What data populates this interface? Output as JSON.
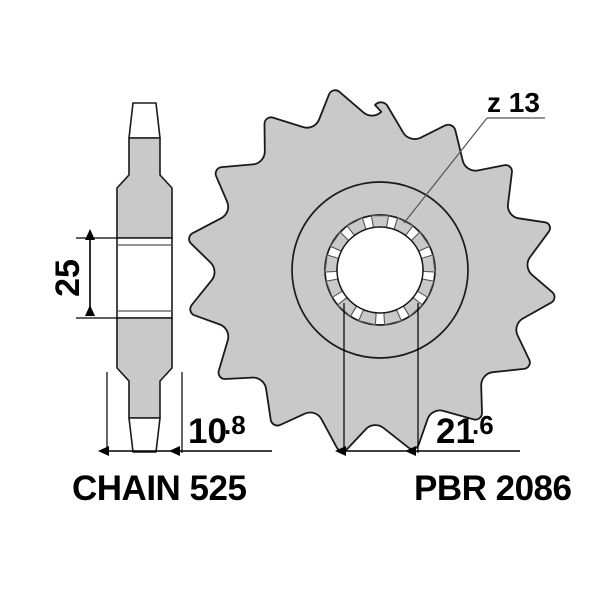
{
  "drawing": {
    "title": "Sprocket technical drawing",
    "background_color": "#ffffff",
    "fill_color": "#c9c9c9",
    "line_color": "#1a1a1a",
    "thin_line_color": "#555555"
  },
  "side_view": {
    "name": "sprocket side profile cross-section",
    "hub_width_label": "25",
    "tooth_width_label": "10.8",
    "caption": "CHAIN 525"
  },
  "front_view": {
    "name": "sprocket front view",
    "teeth_callout": "z 13",
    "tooth_count": 13,
    "spline_count": 13,
    "root_width_label": "21.6",
    "caption": "PBR 2086"
  },
  "labels": {
    "z13": "z 13",
    "twentyfive": "25",
    "ten_point_eight_int": "10",
    "ten_point_eight_dec": ".8",
    "twentyone_point_six_int": "21",
    "twentyone_point_six_dec": ".6",
    "chain": "CHAIN 525",
    "pbr": "PBR 2086"
  }
}
